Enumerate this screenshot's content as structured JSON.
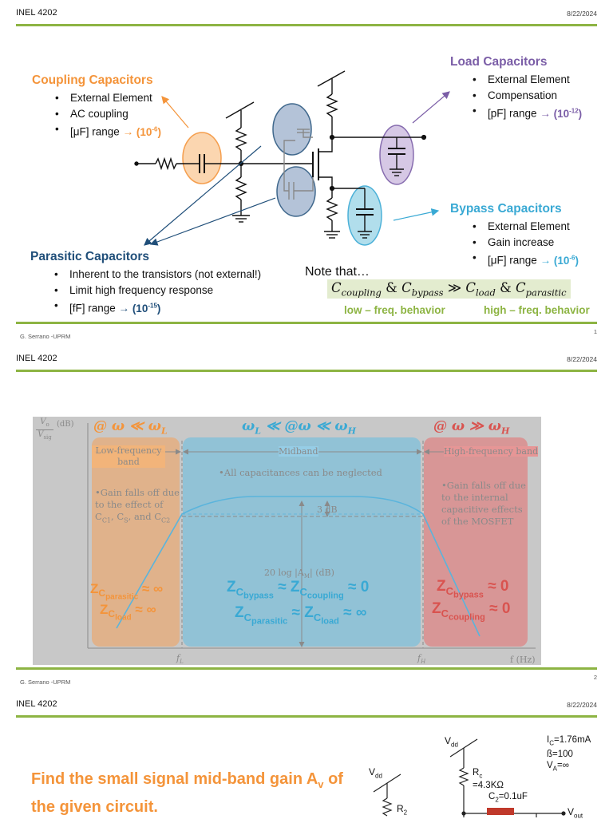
{
  "colors": {
    "green": "#8db443",
    "orange": "#f4943a",
    "purple": "#7b5ea7",
    "blue": "#1f4e79",
    "cyan": "#39a9d4",
    "red": "#d9534f"
  },
  "common": {
    "course": "INEL 4202",
    "date": "8/22/2024",
    "author": "G. Serrano -UPRM"
  },
  "slide1": {
    "page": "1",
    "coupling": {
      "title": "Coupling Capacitors",
      "items": [
        "External Element",
        "AC coupling",
        "[μF] range",
        "(10",
        "-6",
        ")"
      ]
    },
    "load": {
      "title": "Load Capacitors",
      "items": [
        "External Element",
        "Compensation",
        "[pF] range",
        "(10",
        "-12",
        ")"
      ]
    },
    "bypass": {
      "title": "Bypass Capacitors",
      "items": [
        "External Element",
        "Gain increase",
        "[μF] range",
        "(10",
        "-6",
        ")"
      ]
    },
    "parasitic": {
      "title": "Parasitic Capacitors",
      "items": [
        "Inherent to the transistors (not external!)",
        "Limit high frequency response",
        "[fF] range",
        "(10",
        "-15",
        ")"
      ]
    },
    "arrow": "→",
    "note": "Note that…",
    "inequality": {
      "c": "C",
      "coupling": "coupling",
      "amp": "&",
      "bypass": "bypass",
      "gg": "≫",
      "load": "load",
      "parasitic": "parasitic"
    },
    "low_label": "low – freq. behavior",
    "high_label": "high – freq. behavior"
  },
  "slide2": {
    "page": "2",
    "ylabel_num": "V",
    "ylabel_num_sub": "o",
    "ylabel_den": "V",
    "ylabel_den_sub": "sig",
    "ylabel_unit": "(dB)",
    "low_title": "@ ω ≪ ω",
    "low_title_sub": "L",
    "mid_title_a": "ω",
    "mid_title_a_sub": "L",
    "mid_title_b": " ≪ @ω ≪ ω",
    "mid_title_b_sub": "H",
    "high_title": "@ ω ≫ ω",
    "high_title_sub": "H",
    "low_band": "Low-frequency band",
    "midband": "Midband",
    "high_band": "High-frequency band",
    "all_caps": "•All capacitances can be neglected",
    "low_note": "•Gain falls off due to the effect of C",
    "low_note_sub_c1": "C1",
    "low_note_mid": ", C",
    "low_note_sub_s": "S",
    "low_note_end": ",",
    "low_note_and": "and C",
    "low_note_sub_c2": "C2",
    "high_note": "•Gain falls off due to the internal capacitive effects of the MOSFET",
    "three_db": "3 dB",
    "gain_label": "20 log |A",
    "gain_label_sub": "M",
    "gain_label_end": "| (dB)",
    "fl": "f",
    "fl_sub": "L",
    "fh": "f",
    "fh_sub": "H",
    "faxis": "f (Hz)",
    "z": "Z",
    "c": "C",
    "parasitic": "parasitic",
    "load": "load",
    "bypass": "bypass",
    "coupling": "coupling",
    "approx": "≈",
    "inf": "∞",
    "zero": "0"
  },
  "slide3": {
    "problem_a": "Find the small signal mid-band gain A",
    "problem_sub": "v",
    "problem_b": " of the given circuit.",
    "vdd": "V",
    "vdd_sub": "dd",
    "r2": "R",
    "r2_sub": "2",
    "rc": "R",
    "rc_sub": "c",
    "rc_val": "=4.3KΩ",
    "c2": "C",
    "c2_sub": "2",
    "c2_val": "=0.1uF",
    "vout": "V",
    "vout_sub": "out",
    "ic": "I",
    "ic_sub": "C",
    "ic_val": "=1.76mA",
    "beta": "ß=100",
    "va": "V",
    "va_sub": "A",
    "va_val": "=∞"
  }
}
